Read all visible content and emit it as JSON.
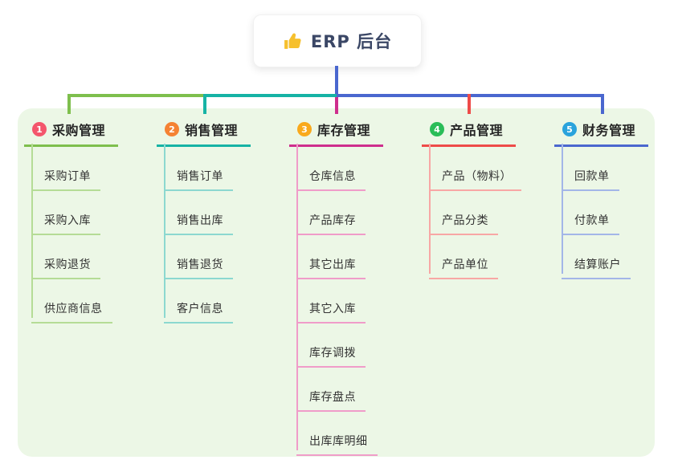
{
  "root": {
    "title": "ERP 后台",
    "icon": "thumbs-up-icon",
    "icon_color": "#f6c02d",
    "stem_color": "#4a67cf"
  },
  "panel_color": "#ecf7e6",
  "branches": [
    {
      "index": "1",
      "label": "采购管理",
      "color": "#7ebf4d",
      "light_color": "#b5dc96",
      "badge_color": "#f4566c",
      "children": [
        "采购订单",
        "采购入库",
        "采购退货",
        "供应商信息"
      ]
    },
    {
      "index": "2",
      "label": "销售管理",
      "color": "#16b3a5",
      "light_color": "#8cd8d0",
      "badge_color": "#f58233",
      "children": [
        "销售订单",
        "销售出库",
        "销售退货",
        "客户信息"
      ]
    },
    {
      "index": "3",
      "label": "库存管理",
      "color": "#ce2e8d",
      "light_color": "#f09cc9",
      "badge_color": "#f9a91c",
      "children": [
        "仓库信息",
        "产品库存",
        "其它出库",
        "其它入库",
        "库存调拨",
        "库存盘点",
        "出库库明细"
      ]
    },
    {
      "index": "4",
      "label": "产品管理",
      "color": "#ee4b49",
      "light_color": "#f8a7a5",
      "badge_color": "#2abd58",
      "children": [
        "产品（物料）",
        "产品分类",
        "产品单位"
      ]
    },
    {
      "index": "5",
      "label": "财务管理",
      "color": "#4a67cf",
      "light_color": "#a3b6e8",
      "badge_color": "#2aa3dc",
      "children": [
        "回款单",
        "付款单",
        "结算账户"
      ]
    }
  ]
}
